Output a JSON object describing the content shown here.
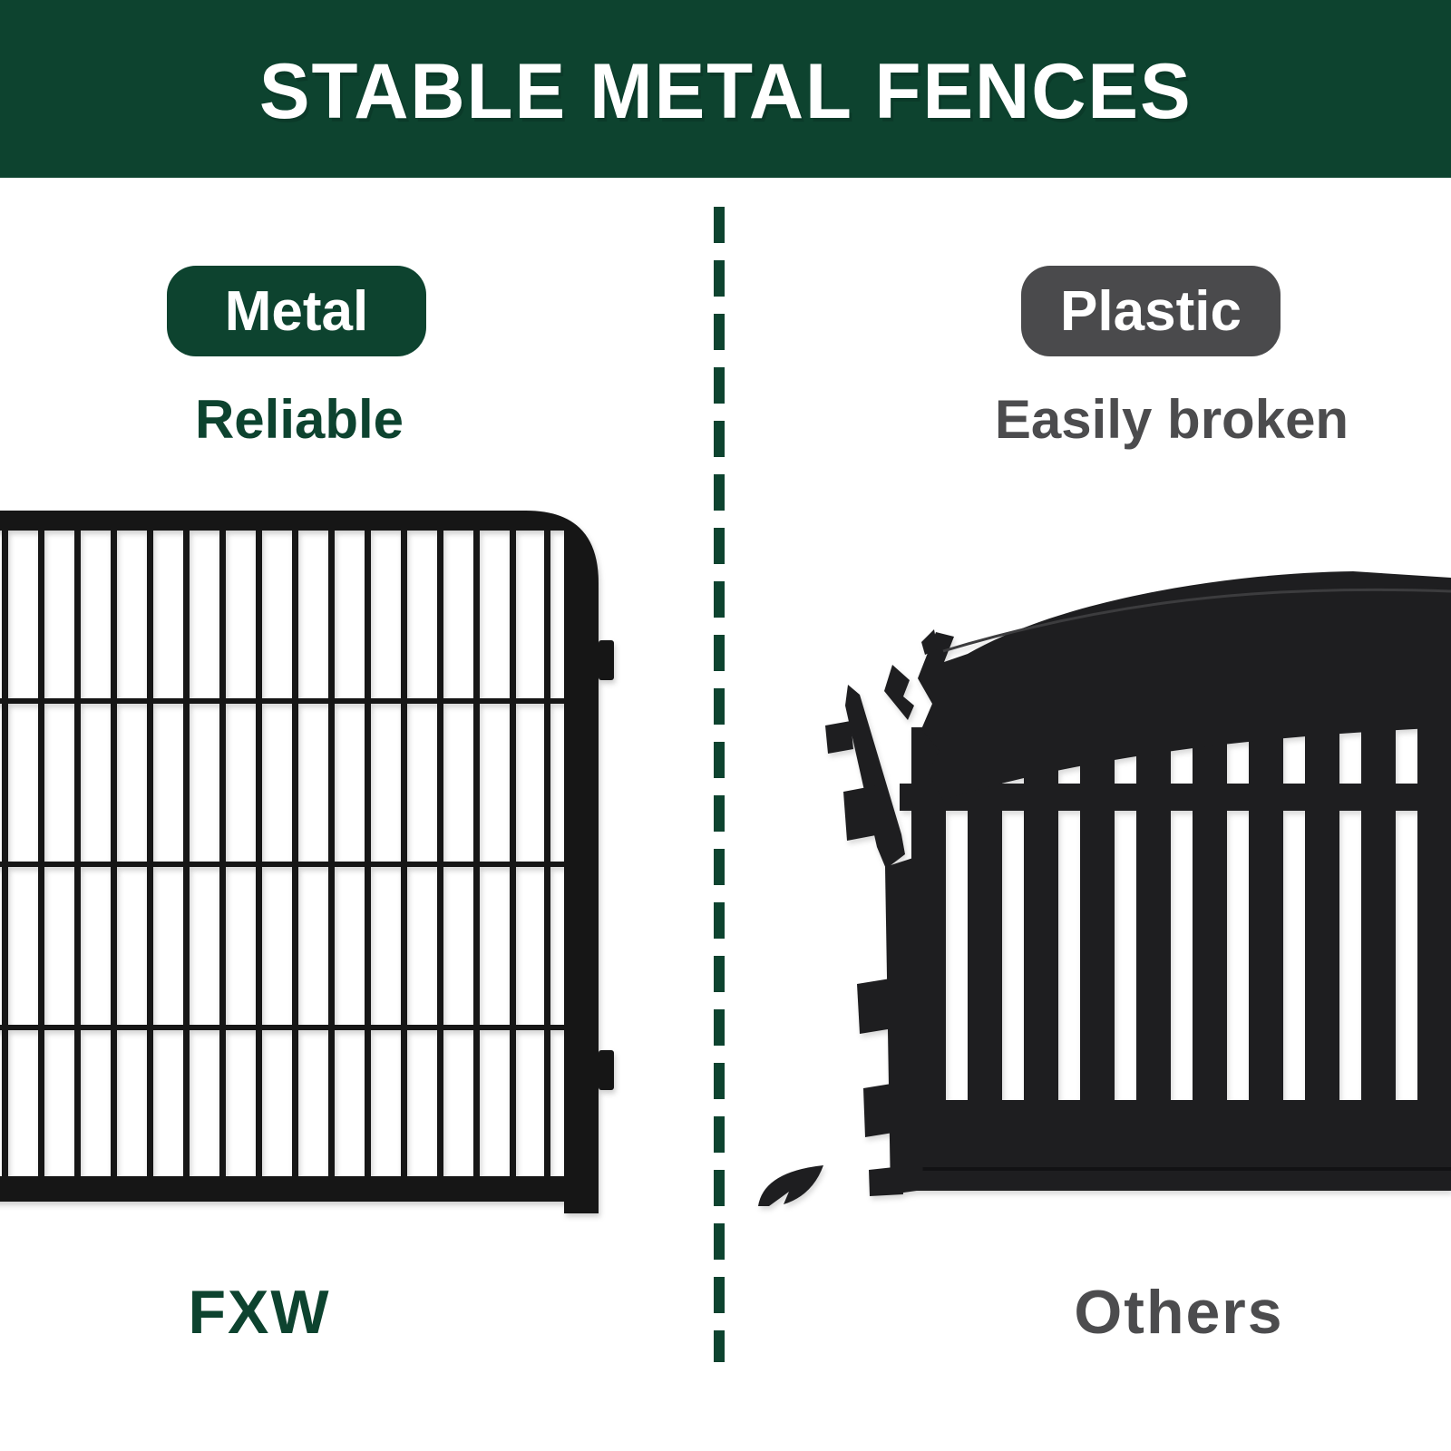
{
  "banner": {
    "title": "STABLE METAL FENCES"
  },
  "comparison": {
    "left": {
      "badge_label": "Metal",
      "tagline": "Reliable",
      "brand": "FXW",
      "image": "metal-wire-fence-panel"
    },
    "right": {
      "badge_label": "Plastic",
      "tagline": "Easily broken",
      "brand": "Others",
      "image": "broken-plastic-picket-fence"
    }
  },
  "colors": {
    "green": "#0d432f",
    "green_text": "#0d432f",
    "gray": "#4a4a4c",
    "gray_text": "#4c4c4e",
    "fence_black": "#161616",
    "plastic_black": "#1e1e20",
    "banner_text": "#ffffff",
    "bg": "#ffffff"
  }
}
